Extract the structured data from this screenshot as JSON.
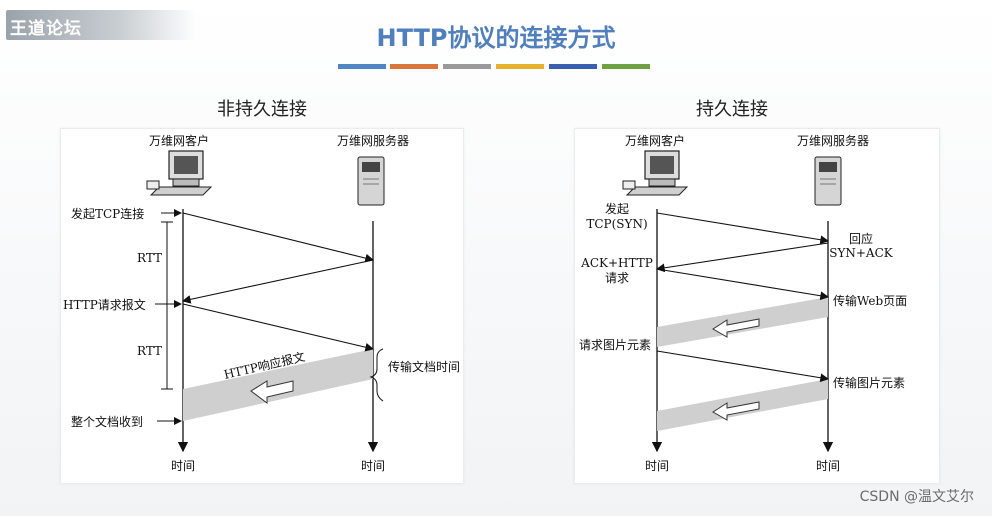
{
  "header": {
    "logo_text": "王道论坛",
    "title": "HTTP协议的连接方式",
    "accent_colors": [
      "#4f86c6",
      "#d9773a",
      "#9a9a9a",
      "#e6b22b",
      "#3b5fb0",
      "#6ea241"
    ]
  },
  "left": {
    "section_title": "非持久连接",
    "client_label": "万维网客户",
    "server_label": "万维网服务器",
    "event_labels": [
      "发起TCP连接",
      "RTT",
      "HTTP请求报文",
      "RTT",
      "整个文档收到"
    ],
    "response_label": "HTTP响应报文",
    "transfer_label": "传输文档时间",
    "time_client": "时间",
    "time_server": "时间"
  },
  "right": {
    "section_title": "持久连接",
    "client_label": "万维网客户",
    "server_label": "万维网服务器",
    "client_notes": [
      "发起",
      "TCP(SYN)",
      "ACK+HTTP",
      "请求",
      "请求图片元素"
    ],
    "server_notes": [
      "回应",
      "SYN+ACK",
      "传输Web页面",
      "传输图片元素"
    ],
    "time_client": "时间",
    "time_server": "时间"
  },
  "footer": {
    "watermark": "CSDN @温文艾尔"
  }
}
